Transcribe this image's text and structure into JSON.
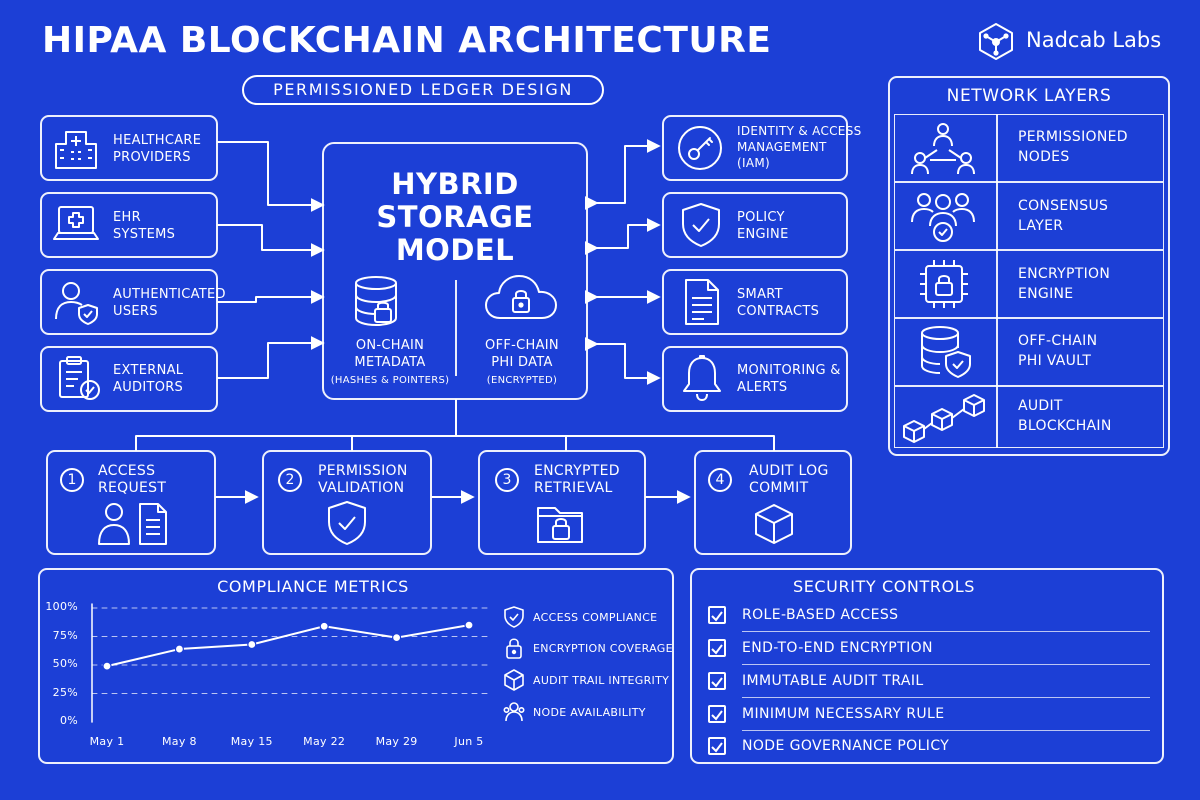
{
  "header": {
    "title": "HIPAA BLOCKCHAIN ARCHITECTURE",
    "subtitle": "PERMISSIONED LEDGER DESIGN",
    "brand": "Nadcab Labs"
  },
  "sources": [
    {
      "label": "HEALTHCARE\nPROVIDERS",
      "icon": "hospital-icon"
    },
    {
      "label": "EHR\nSYSTEMS",
      "icon": "laptop-medical-icon"
    },
    {
      "label": "AUTHENTICATED\nUSERS",
      "icon": "user-shield-icon"
    },
    {
      "label": "EXTERNAL\nAUDITORS",
      "icon": "clipboard-check-icon"
    }
  ],
  "hub": {
    "title": "HYBRID\nSTORAGE\nMODEL",
    "left_label": "ON-CHAIN\nMETADATA",
    "left_sub": "(HASHES & POINTERS)",
    "right_label": "OFF-CHAIN\nPHI DATA",
    "right_sub": "(ENCRYPTED)"
  },
  "services": [
    {
      "label": "IDENTITY & ACCESS\nMANAGEMENT\n(IAM)",
      "icon": "key-icon"
    },
    {
      "label": "POLICY\nENGINE",
      "icon": "shield-check-icon"
    },
    {
      "label": "SMART\nCONTRACTS",
      "icon": "document-icon"
    },
    {
      "label": "MONITORING &\nALERTS",
      "icon": "bell-icon"
    }
  ],
  "flow_steps": [
    {
      "num": "1",
      "label": "ACCESS\nREQUEST",
      "icon": "user-document-icon"
    },
    {
      "num": "2",
      "label": "PERMISSION\nVALIDATION",
      "icon": "shield-check-icon"
    },
    {
      "num": "3",
      "label": "ENCRYPTED\nRETRIEVAL",
      "icon": "folder-lock-icon"
    },
    {
      "num": "4",
      "label": "AUDIT LOG\nCOMMIT",
      "icon": "cube-icon"
    }
  ],
  "network_layers": {
    "title": "NETWORK LAYERS",
    "items": [
      {
        "label": "PERMISSIONED\nNODES",
        "icon": "node-network-icon"
      },
      {
        "label": "CONSENSUS\nLAYER",
        "icon": "group-check-icon"
      },
      {
        "label": "ENCRYPTION\nENGINE",
        "icon": "chip-lock-icon"
      },
      {
        "label": "OFF-CHAIN\nPHI VAULT",
        "icon": "database-shield-icon"
      },
      {
        "label": "AUDIT\nBLOCKCHAIN",
        "icon": "block-chain-icon"
      }
    ]
  },
  "compliance": {
    "title": "COMPLIANCE METRICS",
    "legend": [
      {
        "label": "ACCESS COMPLIANCE",
        "icon": "shield-check-icon"
      },
      {
        "label": "ENCRYPTION COVERAGE",
        "icon": "lock-icon"
      },
      {
        "label": "AUDIT TRAIL INTEGRITY",
        "icon": "cube-icon"
      },
      {
        "label": "NODE AVAILABILITY",
        "icon": "users-icon"
      }
    ]
  },
  "chart_data": {
    "type": "line",
    "x": [
      "May 1",
      "May 8",
      "May 15",
      "May 22",
      "May 29",
      "Jun 5"
    ],
    "y_ticks": [
      "100%",
      "75%",
      "50%",
      "25%",
      "0%"
    ],
    "ylim": [
      0,
      100
    ],
    "grid": true,
    "series": [
      {
        "values": [
          49,
          64,
          68,
          84,
          74,
          85
        ]
      }
    ]
  },
  "security_controls": {
    "title": "SECURITY CONTROLS",
    "items": [
      "ROLE-BASED ACCESS",
      "END-TO-END ENCRYPTION",
      "IMMUTABLE AUDIT TRAIL",
      "MINIMUM NECESSARY RULE",
      "NODE GOVERNANCE POLICY"
    ]
  }
}
